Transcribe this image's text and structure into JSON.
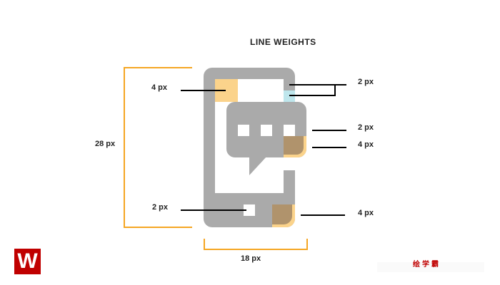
{
  "title": "LINE WEIGHTS",
  "labels": {
    "height": "28 px",
    "width": "18 px",
    "top_left": "4 px",
    "home_button": "2 px",
    "top_right_border": "2 px",
    "bubble_dot": "2 px",
    "bubble_corner": "4 px",
    "bottom_corner": "4 px"
  },
  "colors": {
    "icon": "#aaaaaa",
    "bracket": "#f5a623",
    "highlight_4px": "#fbd38b",
    "highlight_2px": "#bee6ec",
    "overlap": "#b0936c"
  },
  "footer": {
    "brand_text": "绘学霸",
    "logo_letter": "W"
  }
}
